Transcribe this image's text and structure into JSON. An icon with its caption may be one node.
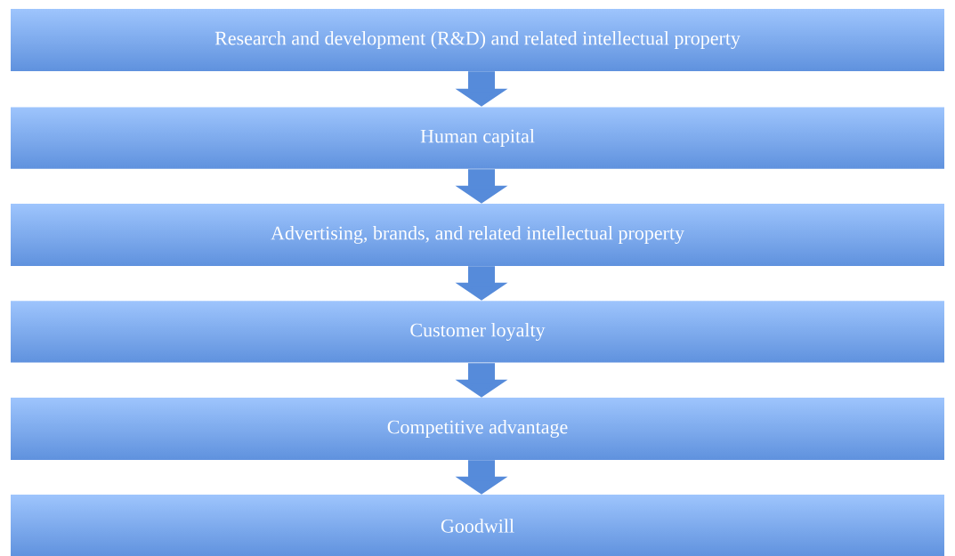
{
  "diagram": {
    "nodes": [
      {
        "text": [
          "Research and development (R&D) and related intellectual property"
        ]
      },
      {
        "text": [
          "Human capital"
        ]
      },
      {
        "text": [
          "Advertising, brands, and related intellectual property"
        ]
      },
      {
        "text": [
          "Customer loyalty"
        ]
      },
      {
        "text": [
          "Competitive advantage"
        ]
      },
      {
        "text": [
          "Goodwill"
        ]
      }
    ],
    "edges": [
      {
        "from": 0,
        "to": 1,
        "arrow": "to"
      },
      {
        "from": 1,
        "to": 2,
        "arrow": "to"
      },
      {
        "from": 2,
        "to": 3,
        "arrow": "to"
      },
      {
        "from": 3,
        "to": 4,
        "arrow": "to"
      },
      {
        "from": 4,
        "to": 5,
        "arrow": "to"
      }
    ]
  }
}
